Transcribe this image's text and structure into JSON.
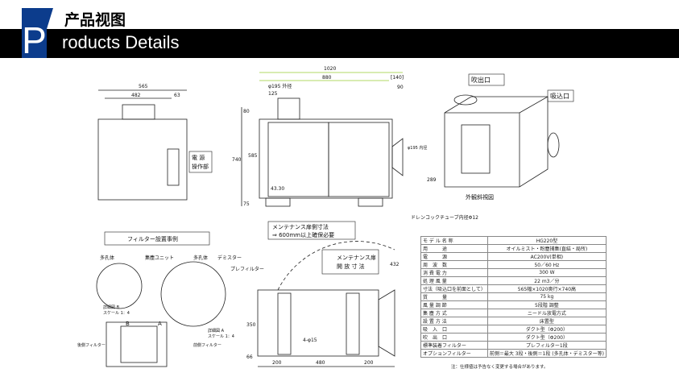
{
  "header": {
    "letter": "P",
    "title_cn": "产品视图",
    "title_en": "roducts Details"
  },
  "labels": {
    "outlet": "吹出口",
    "inlet": "吸込口",
    "power": "電 源",
    "panel": "操作部",
    "perspective": "外観斜視図",
    "drain": "ドレンコックチューブ内径Φ12",
    "maint1": "メンテナンス扉側寸法",
    "maint2": "⇒ 600mm以上確保必要",
    "filter_example": "フィルター設置事例",
    "porous1": "多孔体",
    "collector": "集塵ユニット",
    "porous2": "多孔体",
    "demister": "デミスター",
    "prefilter": "プレフィルター",
    "detailB": "詳細図 B",
    "scaleB": "スケール 1：4",
    "detailA": "詳細図 A",
    "scaleA": "スケール 1：4",
    "rear_filter": "後側フィルター",
    "front_filter": "前側フィルター",
    "B": "B",
    "A": "A",
    "maint_open1": "メンテナンス扉",
    "maint_open2": "開 放 寸 法"
  },
  "dims": {
    "d565": "565",
    "d482": "482",
    "d63": "63",
    "d1020": "1020",
    "d880": "880",
    "d140": "[140]",
    "d195o": "φ195 外径",
    "d125": "125",
    "d90": "90",
    "d80": "80",
    "d585": "585",
    "d740": "740",
    "d75": "75",
    "d4330": "43.30",
    "d195i": "φ195 内径",
    "d289": "289",
    "d432": "432",
    "d350": "350",
    "d66": "66",
    "d200a": "200",
    "d480": "480",
    "d200b": "200",
    "holes": "4-φ15"
  },
  "spec": {
    "rows": [
      [
        "モ デ ル 名 称",
        "HG220型"
      ],
      [
        "用　　　途",
        "オイルミスト・粉塵捕集(直結・局所)"
      ],
      [
        "電　　　源",
        "AC200V(単相)"
      ],
      [
        "周　波　数",
        "50／60 Hz"
      ],
      [
        "消 費 電 力",
        "300 W"
      ],
      [
        "処 理 風 量",
        "22 m3／分"
      ],
      [
        "寸法（吸込口を前面として）",
        "565幅×1020奥行×740高"
      ],
      [
        "質　　　量",
        "75 kg"
      ],
      [
        "風 量 調 節",
        "5段階 調整"
      ],
      [
        "集 塵 方 式",
        "ニードル放電方式"
      ],
      [
        "設 置 方 法",
        "床置型"
      ],
      [
        "吸　入　口",
        "ダクト型（Φ200）"
      ],
      [
        "吹　出　口",
        "ダクト型（Φ200）"
      ],
      [
        "標準装着フィルター",
        "プレフィルター1段"
      ],
      [
        "オプションフィルター",
        "前側＝最大 3段・後側＝1段 (多孔体・デミスター等)"
      ]
    ],
    "note": "注：仕様値は予告なく変更する場合があります。"
  }
}
